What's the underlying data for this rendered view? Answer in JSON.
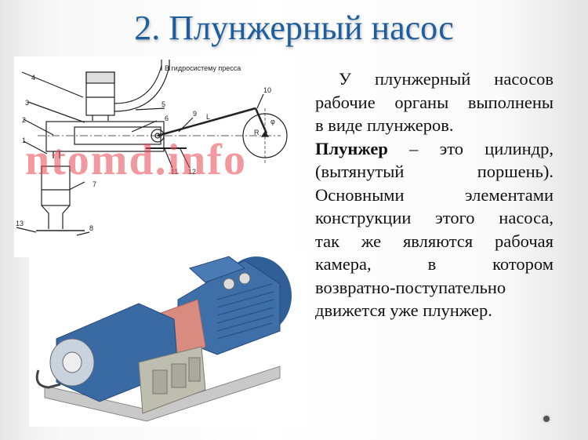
{
  "slide": {
    "title": "2. Плунжерный насос",
    "diagram": {
      "caption": "В гидросистему пресса",
      "labels": [
        "1",
        "2",
        "3",
        "4",
        "5",
        "6",
        "7",
        "8",
        "9",
        "10",
        "11",
        "12",
        "13"
      ],
      "symbols": {
        "l": "L",
        "r": "R",
        "phi": "φ"
      },
      "watermark": "ntomd.info"
    },
    "text": {
      "lines": [
        "У плунжерный насосов",
        "рабочие органы выполнены",
        "в виде плунжеров."
      ],
      "term": "Плунжер",
      "definition_lines": [
        " – это цилиндр,",
        "(вытянутый поршень).",
        "Основными элементами",
        "конструкции этого насоса,",
        "так же являются рабочая",
        "камера, в котором",
        "возвратно-поступательно",
        "движется уже плунжер."
      ]
    },
    "colors": {
      "title": "#1f5e9c",
      "pump_blue": "#3f6fa8",
      "coupling": "#d98b80",
      "watermark": "#e64650"
    }
  }
}
